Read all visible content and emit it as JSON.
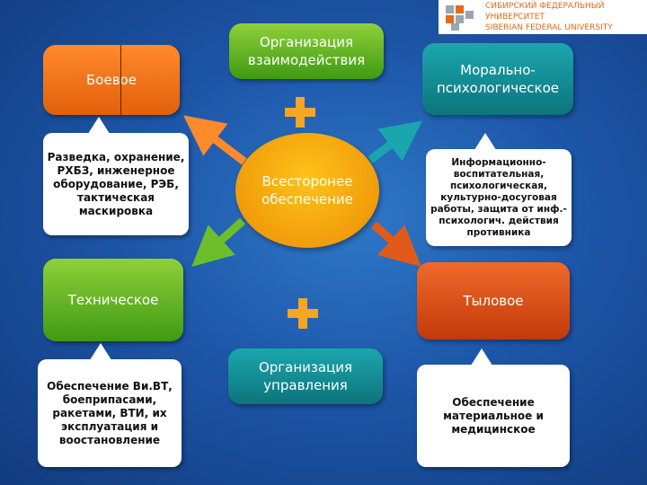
{
  "logo": {
    "line1": "СИБИРСКИЙ ФЕДЕРАЛЬНЫЙ УНИВЕРСИТЕТ",
    "line2": "SIBERIAN FEDERAL UNIVERSITY"
  },
  "nodes": {
    "boevoe": "Боевое",
    "interaction": "Организация взаимодействия",
    "moral": "Морально-психологическое",
    "center": "Всесторонее обеспечение",
    "technical": "Техническое",
    "rear": "Тыловое",
    "management": "Организация управления"
  },
  "notes": {
    "boevoe": "Разведка, охранение, РХБЗ, инженерное оборудование, РЭБ, тактическая маскировка",
    "moral": "Информационно-воспитательная, психологическая, культурно-досуговая работы, защита от инф.-психологич. действия противника",
    "technical": "Обеспечение Ви.ВТ, боеприпасами, ракетами, ВТИ, их эксплуатация и воостановление",
    "rear": "Обеспечение материальное и медицинское"
  },
  "colors": {
    "orange": "#f07a1e",
    "green": "#5fb526",
    "teal": "#14909a",
    "red": "#dd5318",
    "plus": "#f5a623"
  }
}
